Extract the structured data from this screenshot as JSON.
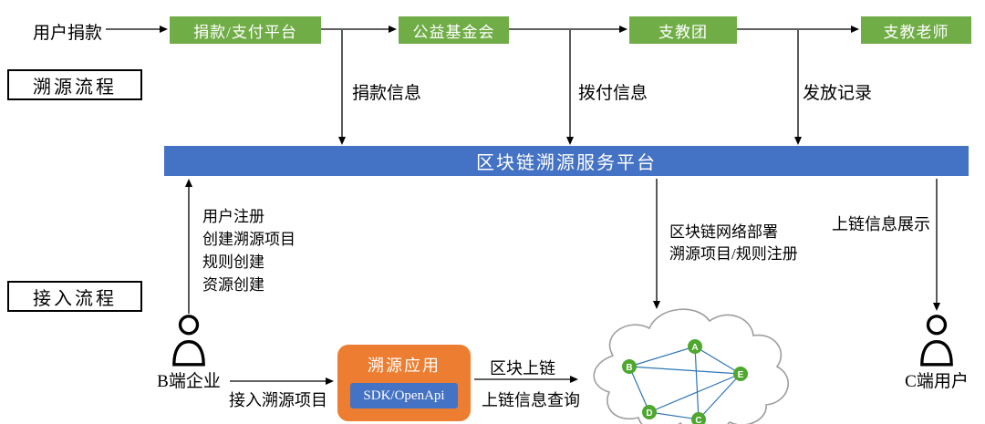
{
  "colors": {
    "flow_green": "#70AD47",
    "platform_blue": "#4472C4",
    "app_orange": "#ED7D31",
    "node_green": "#4EA72E",
    "edge_blue": "#2E75B6"
  },
  "top_flow": {
    "source": "用户捐款",
    "nodes": [
      "捐款/支付平台",
      "公益基金会",
      "支教团",
      "支教老师"
    ],
    "drop_labels": [
      "捐款信息",
      "拨付信息",
      "发放记录"
    ]
  },
  "sections": {
    "trace": "溯源流程",
    "access": "接入流程"
  },
  "platform": {
    "label": "区块链溯源服务平台"
  },
  "access_steps": [
    "用户注册",
    "创建溯源项目",
    "规则创建",
    "资源创建"
  ],
  "b_enterprise": {
    "label": "B端企业",
    "arrow_label": "接入溯源项目"
  },
  "app": {
    "title": "溯源应用",
    "sdk_label": "SDK/OpenApi"
  },
  "to_chain": {
    "top": "区块上链",
    "bottom": "上链信息查询"
  },
  "deploy": [
    "区块链网络部署",
    "溯源项目/规则注册"
  ],
  "display_label": "上链信息展示",
  "c_user": {
    "label": "C端用户"
  },
  "network": {
    "nodes": [
      "A",
      "B",
      "C",
      "D",
      "E"
    ]
  }
}
